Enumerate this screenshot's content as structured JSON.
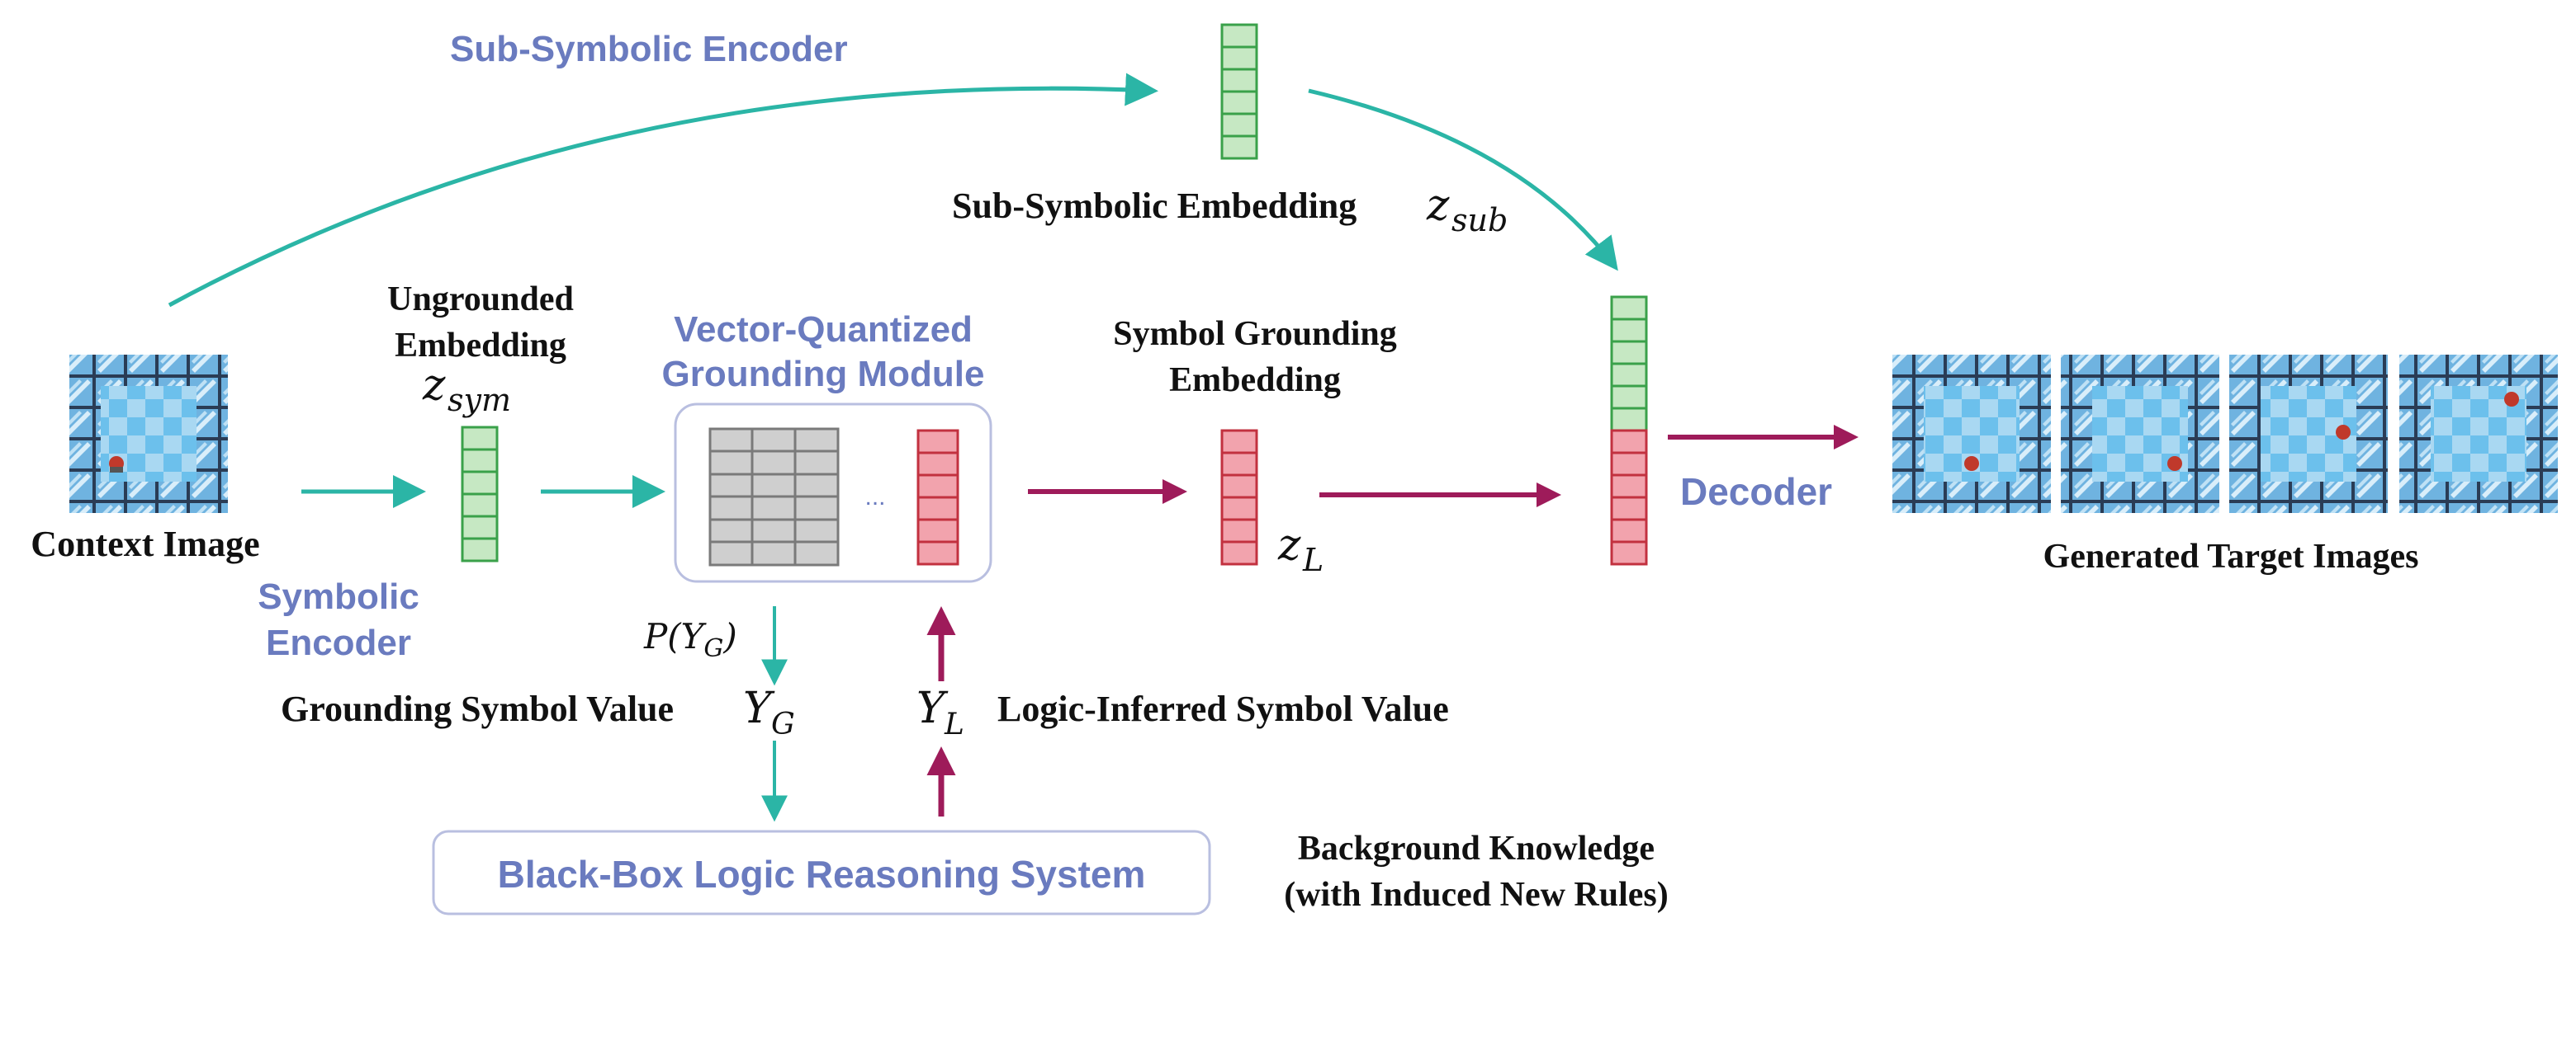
{
  "labels": {
    "sub_symbolic_encoder": "Sub-Symbolic Encoder",
    "sub_symbolic_embedding": "Sub-Symbolic Embedding",
    "z_sub_main": "z",
    "z_sub_sub": "sub",
    "ungrounded_line1": "Ungrounded",
    "ungrounded_line2": "Embedding",
    "z_sym_main": "z",
    "z_sym_sub": "sym",
    "vq_line1": "Vector-Quantized",
    "vq_line2": "Grounding Module",
    "ellipsis": "...",
    "sge_line1": "Symbol Grounding",
    "sge_line2": "Embedding",
    "z_l_main": "z",
    "z_l_sub": "L",
    "decoder": "Decoder",
    "context_image": "Context Image",
    "symbolic_encoder_line1": "Symbolic",
    "symbolic_encoder_line2": "Encoder",
    "generated_target_images": "Generated Target Images",
    "p_yg": "P(Y",
    "p_yg_sub": "G",
    "p_yg_close": ")",
    "grounding_symbol_value": "Grounding Symbol Value",
    "y_g_main": "Y",
    "y_g_sub": "G",
    "y_l_main": "Y",
    "y_l_sub": "L",
    "logic_inferred_symbol_value": "Logic-Inferred Symbol Value",
    "black_box": "Black-Box Logic Reasoning System",
    "background_line1": "Background Knowledge",
    "background_line2": "(with Induced New Rules)"
  },
  "colors": {
    "teal_arrow": "#2bb5a6",
    "crimson_arrow": "#9e1b5a",
    "green_fill": "#c6e8c3",
    "green_stroke": "#3aa14a",
    "red_fill": "#f2a3ad",
    "red_stroke": "#c2313f",
    "gray_fill": "#cfcfcf",
    "gray_stroke": "#7a7a7a",
    "box_stroke": "#b9bfe0",
    "label_blue": "#6a7bbf",
    "tile_light": "#a9d8f2",
    "tile_dark": "#4aa3d9"
  },
  "icons": {
    "context_image": "sokoban-grid-icon",
    "target_images": "sokoban-grid-icon"
  }
}
